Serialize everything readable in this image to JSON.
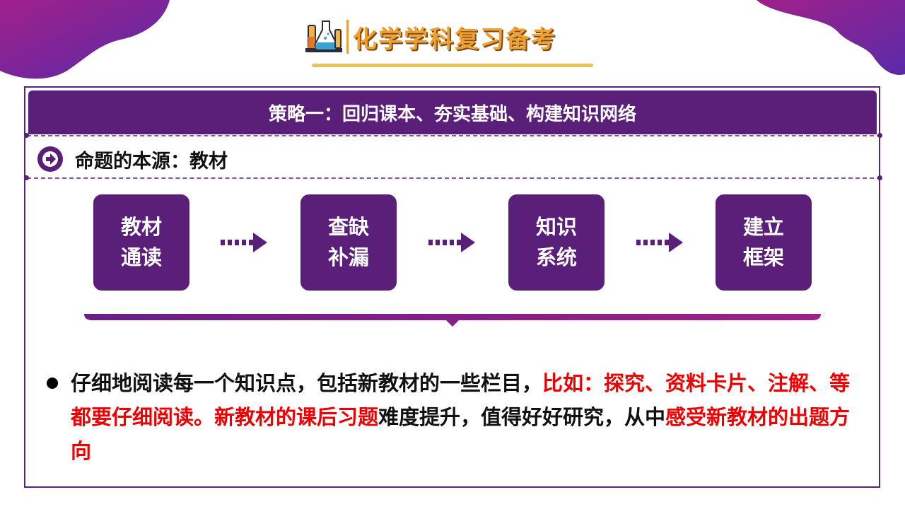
{
  "header": {
    "title": "化学学科复习备考",
    "icon": "chemistry-lab-icon"
  },
  "banner": {
    "text": "策略一：回归课本、夯实基础、构建知识网络"
  },
  "source": {
    "label": "命题的本源：教材",
    "icon": "arrow-circle-icon"
  },
  "steps": [
    {
      "line1": "教材",
      "line2": "通读"
    },
    {
      "line1": "查缺",
      "line2": "补漏"
    },
    {
      "line1": "知识",
      "line2": "系统"
    },
    {
      "line1": "建立",
      "line2": "框架"
    }
  ],
  "paragraph": {
    "segments": [
      {
        "text": "仔细地阅读每一个知识点，包括新教材的一些栏目，",
        "emphasis": false
      },
      {
        "text": "比如：探究、资料卡片、注解、等都要仔细阅读。新教材的课后习题",
        "emphasis": true
      },
      {
        "text": "难度提升，值得好好研究，从中",
        "emphasis": false
      },
      {
        "text": "感受新教材的出题方向",
        "emphasis": true
      }
    ]
  },
  "colors": {
    "primary_purple": "#5a1f78",
    "header_orange": "#f0a030",
    "emphasis_red": "#ef0000",
    "blob_gradient_start": "#8b1e8e",
    "blob_gradient_end": "#4a2fa0"
  }
}
